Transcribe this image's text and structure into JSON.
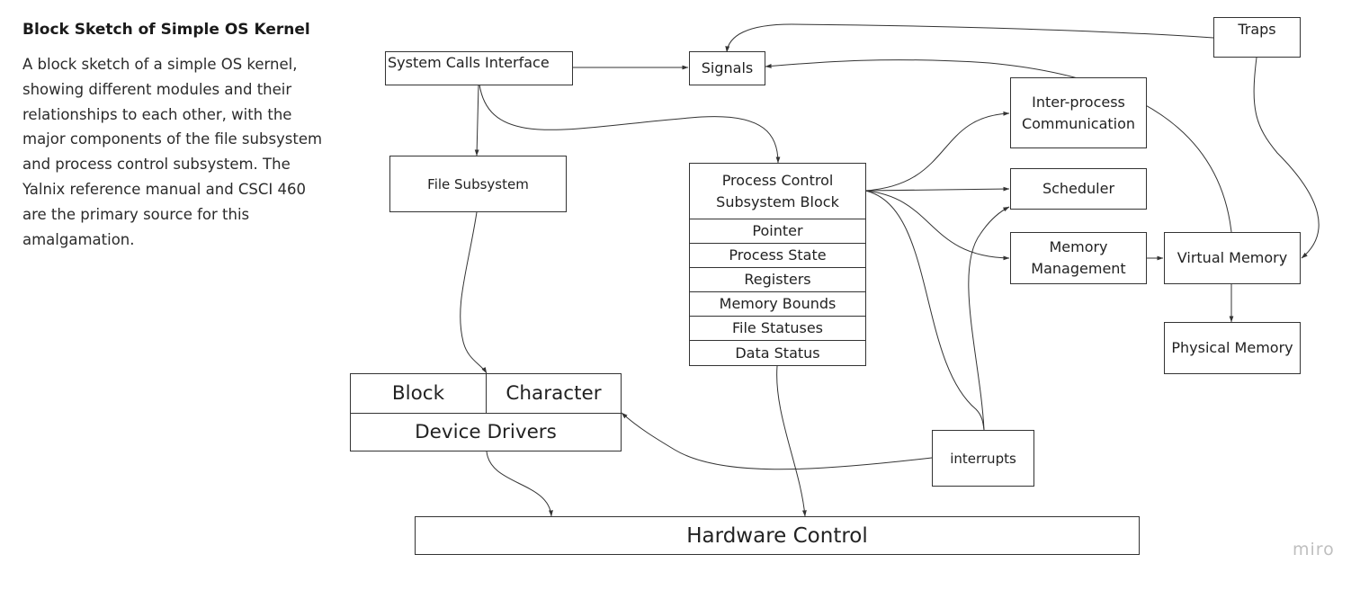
{
  "sidebar": {
    "title": "Block Sketch of Simple OS Kernel",
    "description": "A block sketch of a simple OS kernel, showing different modules and their relationships to each other, with the major components of the file subsystem and process control subsystem. The Yalnix reference manual and CSCI 460 are the primary source for this amalgamation."
  },
  "nodes": {
    "system_calls": "System Calls Interface",
    "signals": "Signals",
    "traps": "Traps",
    "file_subsystem": "File Subsystem",
    "pcb": "Process Control Subsystem Block",
    "pcb_fields": [
      "Pointer",
      "Process State",
      "Registers",
      "Memory Bounds",
      "File Statuses",
      "Data Status"
    ],
    "ipc": "Inter-process Communication",
    "scheduler": "Scheduler",
    "memory_management": "Memory Management",
    "virtual_memory": "Virtual Memory",
    "physical_memory": "Physical Memory",
    "block": "Block",
    "character": "Character",
    "device_drivers": "Device Drivers",
    "interrupts": "interrupts",
    "hardware_control": "Hardware Control"
  },
  "edges": [
    {
      "from": "System Calls Interface",
      "to": "Signals"
    },
    {
      "from": "Traps",
      "to": "Signals"
    },
    {
      "from": "Virtual Memory",
      "to": "Signals"
    },
    {
      "from": "Traps",
      "to": "Virtual Memory"
    },
    {
      "from": "System Calls Interface",
      "to": "File Subsystem"
    },
    {
      "from": "System Calls Interface",
      "to": "Process Control Subsystem Block"
    },
    {
      "from": "Process Control Subsystem Block",
      "to": "Inter-process Communication"
    },
    {
      "from": "Process Control Subsystem Block",
      "to": "Scheduler"
    },
    {
      "from": "Process Control Subsystem Block",
      "to": "Memory Management"
    },
    {
      "from": "Process Control Subsystem Block",
      "to": "interrupts"
    },
    {
      "from": "interrupts",
      "to": "Scheduler"
    },
    {
      "from": "interrupts",
      "to": "Device Drivers"
    },
    {
      "from": "Memory Management",
      "to": "Virtual Memory"
    },
    {
      "from": "Virtual Memory",
      "to": "Physical Memory"
    },
    {
      "from": "File Subsystem",
      "to": "Character"
    },
    {
      "from": "Device Drivers",
      "to": "Hardware Control"
    },
    {
      "from": "Data Status",
      "to": "Hardware Control"
    }
  ],
  "watermark": "miro"
}
